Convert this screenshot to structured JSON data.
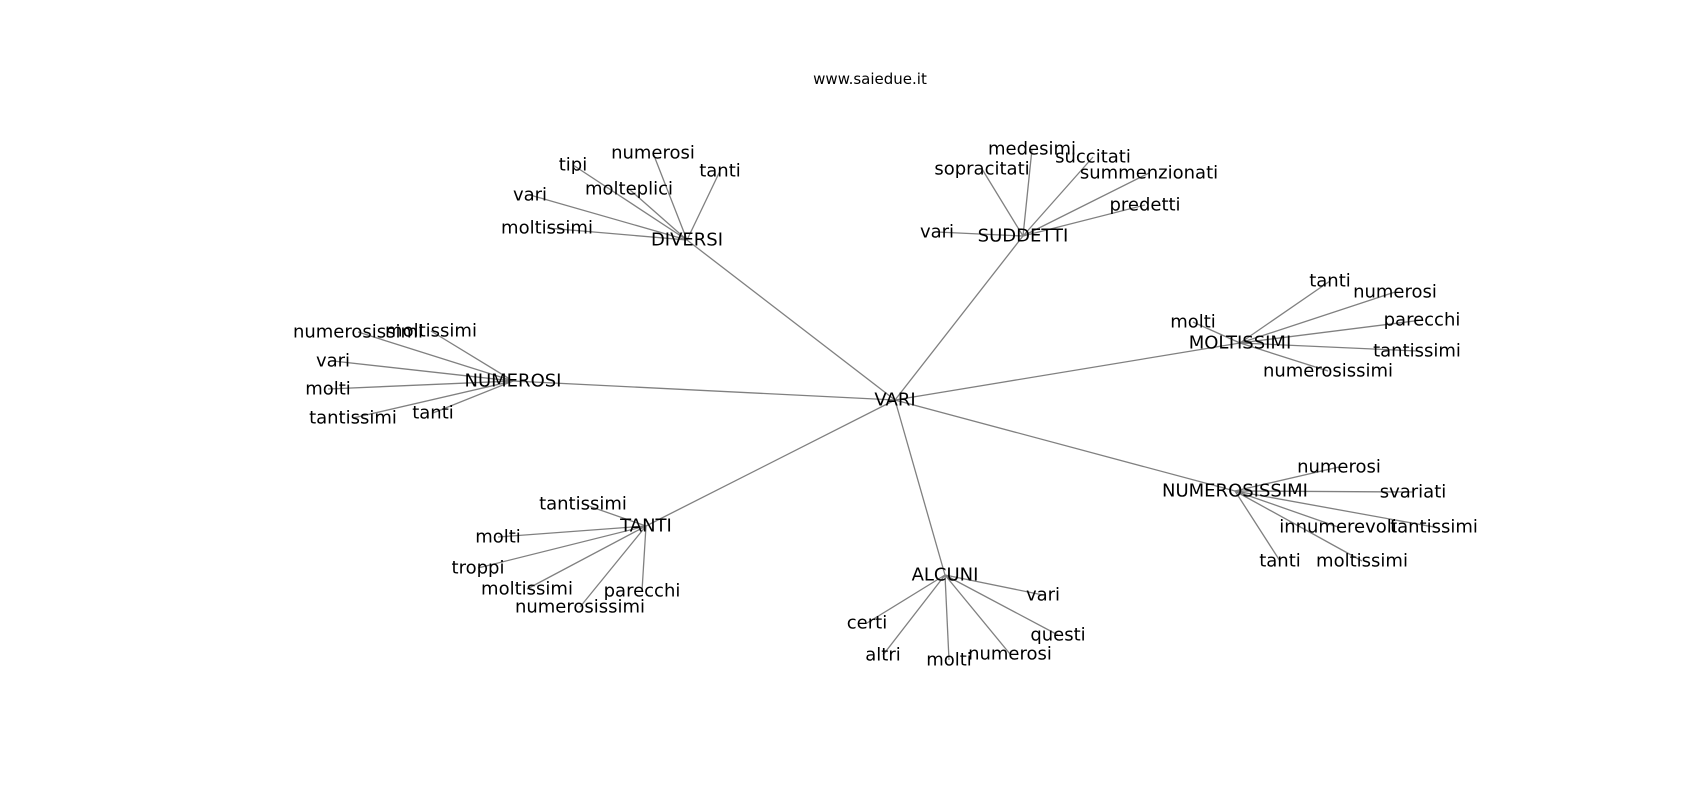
{
  "header": {
    "site": "www.saiedue.it"
  },
  "graph": {
    "center": "VARI",
    "hubs": [
      {
        "label": "DIVERSI",
        "leaves": [
          "numerosi",
          "tipi",
          "tanti",
          "molteplici",
          "vari",
          "moltissimi"
        ]
      },
      {
        "label": "SUDDETTI",
        "leaves": [
          "medesimi",
          "succitati",
          "sopracitati",
          "summenzionati",
          "predetti",
          "vari"
        ]
      },
      {
        "label": "MOLTISSIMI",
        "leaves": [
          "tanti",
          "numerosi",
          "molti",
          "parecchi",
          "tantissimi",
          "numerosissimi"
        ]
      },
      {
        "label": "NUMEROSI",
        "leaves": [
          "numerosissimi",
          "moltissimi",
          "vari",
          "molti",
          "tantissimi",
          "tanti"
        ]
      },
      {
        "label": "NUMEROSISSIMI",
        "leaves": [
          "numerosi",
          "svariati",
          "innumerevoli",
          "tantissimi",
          "tanti",
          "moltissimi"
        ]
      },
      {
        "label": "TANTI",
        "leaves": [
          "tantissimi",
          "molti",
          "troppi",
          "moltissimi",
          "parecchi",
          "numerosissimi"
        ]
      },
      {
        "label": "ALCUNI",
        "leaves": [
          "vari",
          "certi",
          "questi",
          "altri",
          "molti",
          "numerosi"
        ]
      }
    ]
  }
}
